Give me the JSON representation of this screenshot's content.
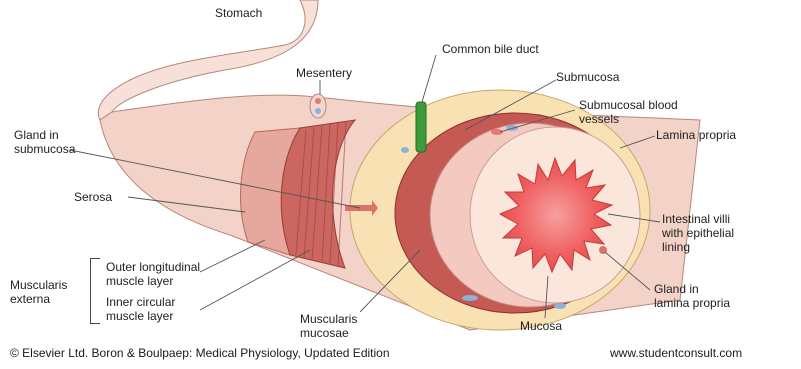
{
  "labels": {
    "stomach": "Stomach",
    "common_bile_duct": "Common bile duct",
    "mesentery": "Mesentery",
    "submucosa": "Submucosa",
    "submucosal_blood_vessels": "Submucosal blood\nvessels",
    "lamina_propria": "Lamina propria",
    "gland_in_submucosa": "Gland in\nsubmucosa",
    "serosa": "Serosa",
    "intestinal_villi": "Intestinal villi\nwith epithelial\nlining",
    "outer_longitudinal": "Outer longitudinal\nmuscle layer",
    "inner_circular": "Inner circular\nmuscle layer",
    "muscularis_externa": "Muscularis\nexterna",
    "muscularis_mucosae": "Muscularis\nmucosae",
    "mucosa": "Mucosa",
    "gland_in_lamina_propria": "Gland in\nlamina propria"
  },
  "footer": {
    "credit": "© Elsevier Ltd. Boron & Boulpaep: Medical Physiology, Updated Edition",
    "website": "www.studentconsult.com"
  },
  "colors": {
    "stomach_fill": "#f3d2c8",
    "serosa": "#efc3b3",
    "outer_muscle": "#d98c84",
    "inner_muscle": "#c8605a",
    "submucosa": "#f8e2b4",
    "muscularis_mucosae": "#c55a55",
    "lamina_propria": "#f4c9c0",
    "mucosa_face": "#fbe6dc",
    "villi_core": "#f15f5f",
    "bile_duct": "#3f9a3c"
  }
}
